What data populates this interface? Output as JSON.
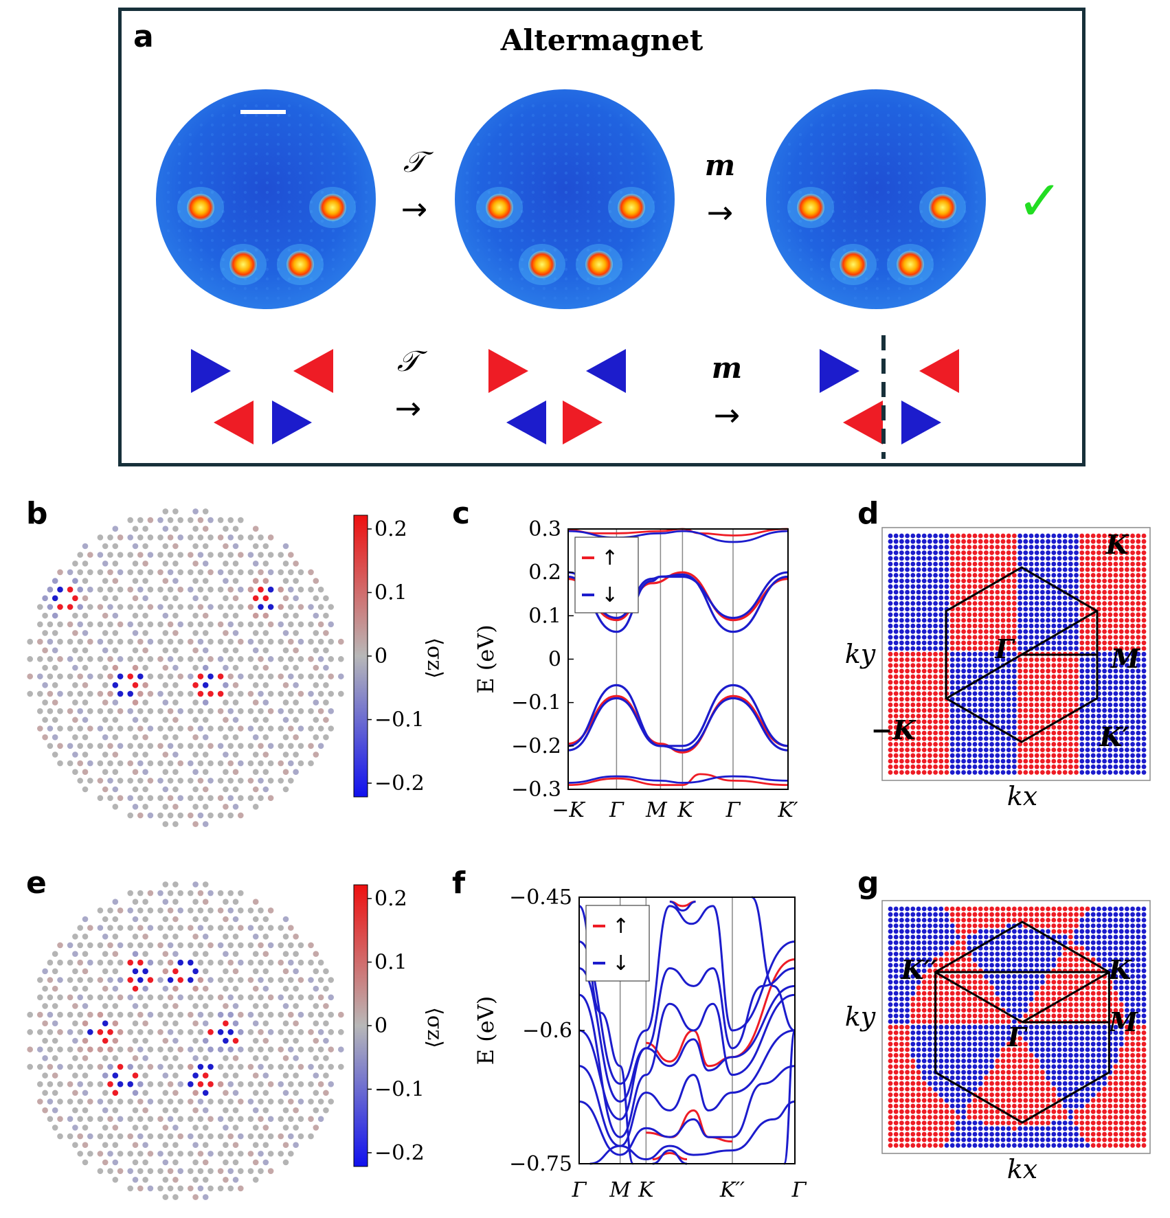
{
  "panels": {
    "a": {
      "label": "a",
      "title": "Altermagnet",
      "op_T": "𝒯",
      "op_m": "m",
      "check": "✓"
    },
    "b": {
      "label": "b"
    },
    "c": {
      "label": "c"
    },
    "d": {
      "label": "d"
    },
    "e": {
      "label": "e"
    },
    "f": {
      "label": "f"
    },
    "g": {
      "label": "g"
    }
  },
  "colorbar": {
    "ticks": [
      "0.2",
      "0.1",
      "0",
      "−0.1",
      "−0.2"
    ],
    "label": "⟨σz⟩"
  },
  "colors": {
    "up": "#ee1c25",
    "down": "#1c1ccc",
    "frame": "#17303a",
    "neutral": "#b4b4b4",
    "check": "#22dd22"
  },
  "chart_data": [
    {
      "panel": "c",
      "type": "line",
      "ylabel": "E (eV)",
      "ylim": [
        -0.3,
        0.3
      ],
      "yticks": [
        "0.3",
        "0.2",
        "0.1",
        "0",
        "−0.1",
        "−0.2",
        "−0.3"
      ],
      "xticks": [
        "−K",
        "Γ",
        "M",
        "K",
        "Γ",
        "K′"
      ],
      "legend": [
        "↑",
        "↓"
      ],
      "series": [
        {
          "name": "↑",
          "path": [
            [
              -0.2,
              0.19
            ],
            [
              0.0,
              0.09
            ],
            [
              0.15,
              0.17
            ],
            [
              0.22,
              0.195
            ],
            [
              0.31,
              0.19
            ],
            [
              0.5,
              0.09
            ],
            [
              0.7,
              0.19
            ]
          ]
        },
        {
          "name": "↓",
          "path": [
            [
              -0.2,
              0.2
            ],
            [
              0.0,
              0.063
            ],
            [
              0.15,
              0.18
            ],
            [
              0.22,
              0.2
            ],
            [
              0.31,
              0.19
            ],
            [
              0.5,
              0.063
            ],
            [
              0.7,
              0.2
            ]
          ]
        }
      ]
    },
    {
      "panel": "f",
      "type": "line",
      "ylabel": "E (eV)",
      "ylim": [
        -0.75,
        -0.45
      ],
      "yticks": [
        "−0.45",
        "−0.6",
        "−0.75"
      ],
      "xticks": [
        "Γ",
        "M",
        "K",
        "K′′",
        "Γ"
      ],
      "legend": [
        "↑",
        "↓"
      ]
    }
  ],
  "bz_labels_d": {
    "kx": "kx",
    "ky": "ky",
    "K": "K",
    "M": "M",
    "Gamma": "Γ",
    "Kp": "K′",
    "mK": "−K"
  },
  "bz_labels_g": {
    "kx": "kx",
    "ky": "ky",
    "K": "K",
    "M": "M",
    "Gamma": "Γ",
    "Kpp": "K′′"
  }
}
